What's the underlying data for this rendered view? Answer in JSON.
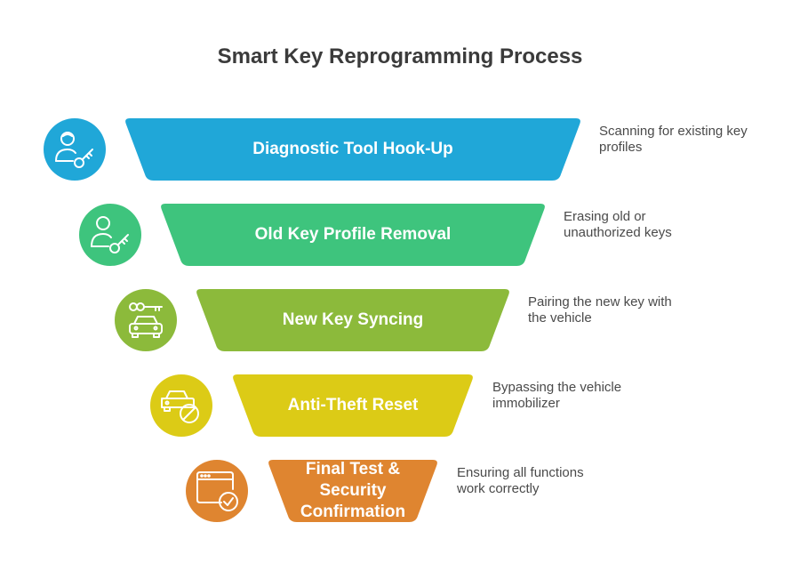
{
  "title": "Smart Key Reprogramming Process",
  "stages": [
    {
      "label": "Diagnostic Tool Hook-Up",
      "description": "Scanning for existing key profiles",
      "color": "#20a7d8",
      "icon": "person-key-icon"
    },
    {
      "label": "Old Key Profile Removal",
      "description": "Erasing old or unauthorized keys",
      "color": "#3ec47d",
      "icon": "person-key-icon"
    },
    {
      "label": "New Key Syncing",
      "description": "Pairing the new key with the vehicle",
      "color": "#8cba3b",
      "icon": "car-key-icon"
    },
    {
      "label": "Anti-Theft Reset",
      "description": "Bypassing the vehicle immobilizer",
      "color": "#dccb16",
      "icon": "car-blocked-icon"
    },
    {
      "label": "Final Test & Security Confirmation",
      "description": "Ensuring all functions work correctly",
      "color": "#df8530",
      "icon": "window-check-icon"
    }
  ]
}
